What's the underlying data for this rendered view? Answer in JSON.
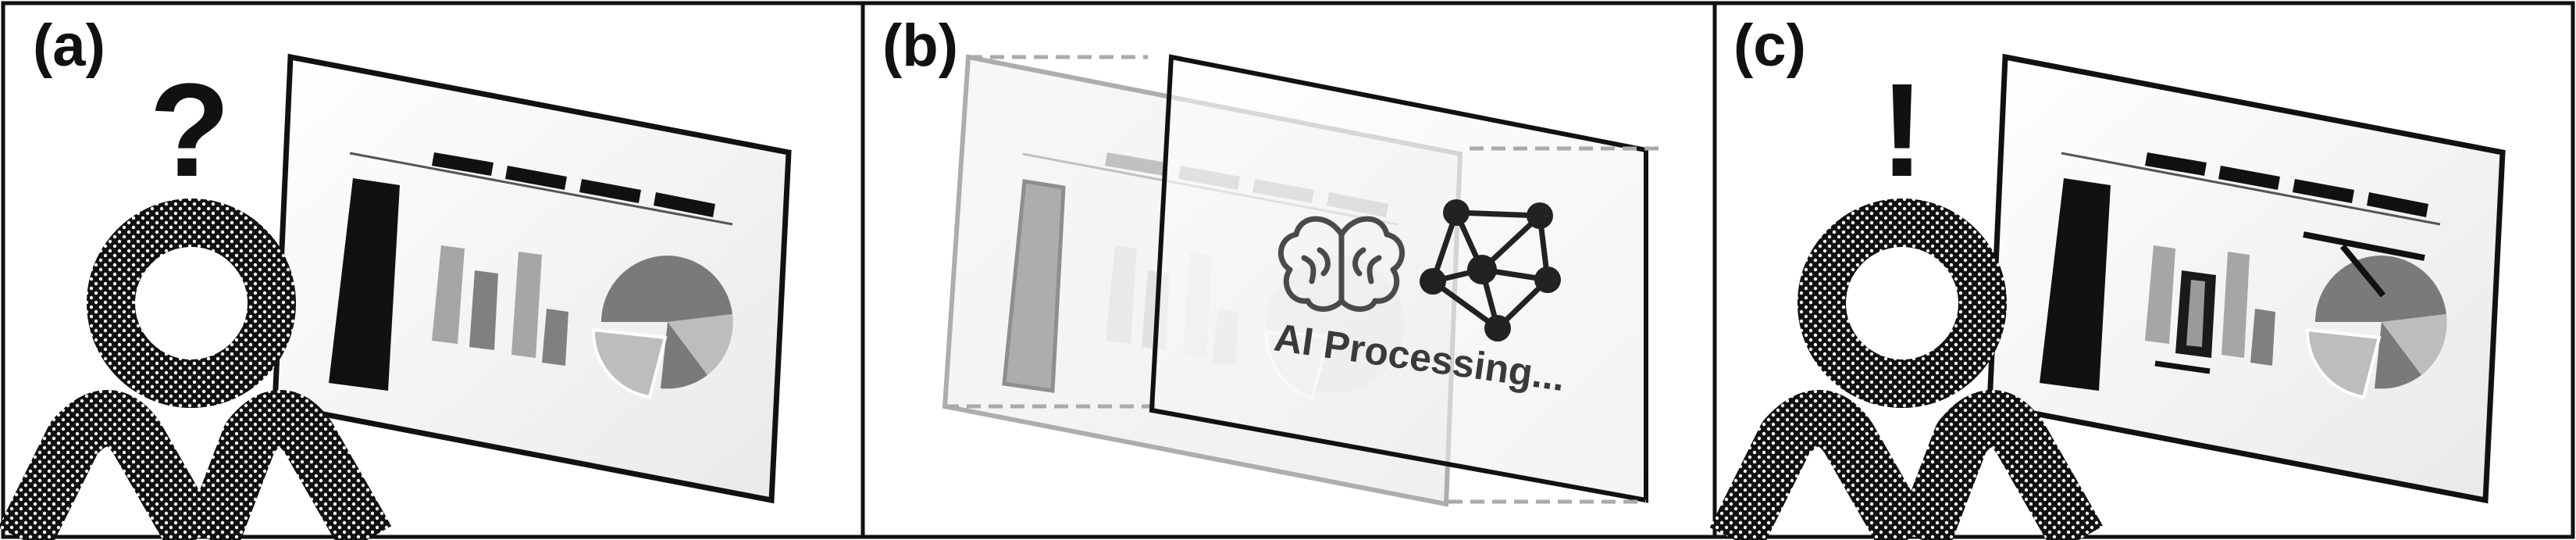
{
  "panels": [
    {
      "label": "(a)",
      "mark": "?"
    },
    {
      "label": "(b)",
      "caption": "AI Processing..."
    },
    {
      "label": "(c)",
      "mark": "!"
    }
  ],
  "icons": [
    "person-icon",
    "brain-icon",
    "network-graph-icon"
  ],
  "colors": {
    "border": "#000000",
    "slide_dark": "#111111",
    "bar_light": "#a6a6a6",
    "bar_dark": "#808080",
    "pie_dark": "#7a7a7a",
    "pie_mid": "#9c9c9c",
    "pie_light": "#bdbdbd",
    "highlight_dark": "#1a1a1a"
  }
}
